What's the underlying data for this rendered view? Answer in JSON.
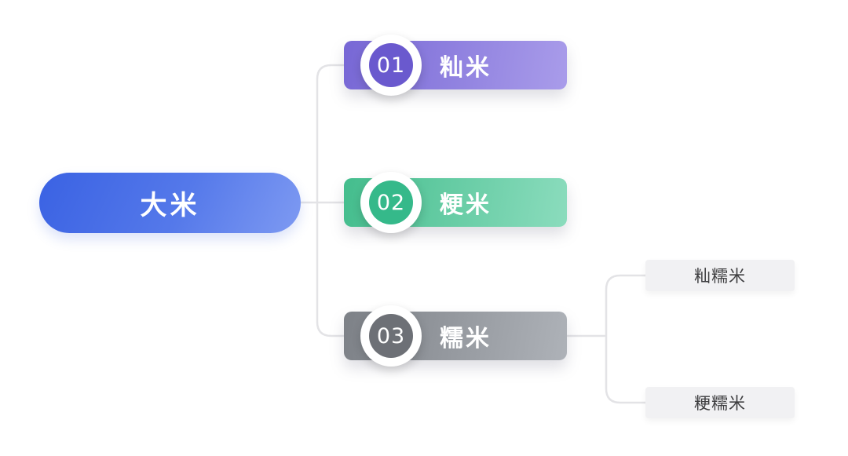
{
  "diagram": {
    "type": "mind-map",
    "root": {
      "label": "大米",
      "color_start": "#3a62e3",
      "color_end": "#7e9af2",
      "bg_css": "linear-gradient(115deg, #3a62e3 0%, #5579ea 55%, #7e9af2 100%)",
      "text_color": "#ffffff"
    },
    "branches": [
      {
        "number": "01",
        "label": "籼米",
        "color_start": "#7767d5",
        "color_end": "#a99cea",
        "bar_css": "linear-gradient(100deg, #7767d5 0%, #a99cea 100%)",
        "circle_color": "#6a59ce"
      },
      {
        "number": "02",
        "label": "粳米",
        "color_start": "#44bd8d",
        "color_end": "#8bdcbd",
        "bar_css": "linear-gradient(100deg, #44bd8d 0%, #8bdcbd 100%)",
        "circle_color": "#35b98a"
      },
      {
        "number": "03",
        "label": "糯米",
        "color_start": "#7d8187",
        "color_end": "#aeb2b8",
        "bar_css": "linear-gradient(100deg, #7d8187 0%, #aeb2b8 100%)",
        "circle_color": "#6d7076",
        "children": [
          {
            "label": "籼糯米"
          },
          {
            "label": "粳糯米"
          }
        ]
      }
    ],
    "leaf_style": {
      "bg": "#f1f1f3",
      "text_color": "#3e3e40"
    },
    "connector_color": "#e3e3e6",
    "background": "#ffffff"
  }
}
